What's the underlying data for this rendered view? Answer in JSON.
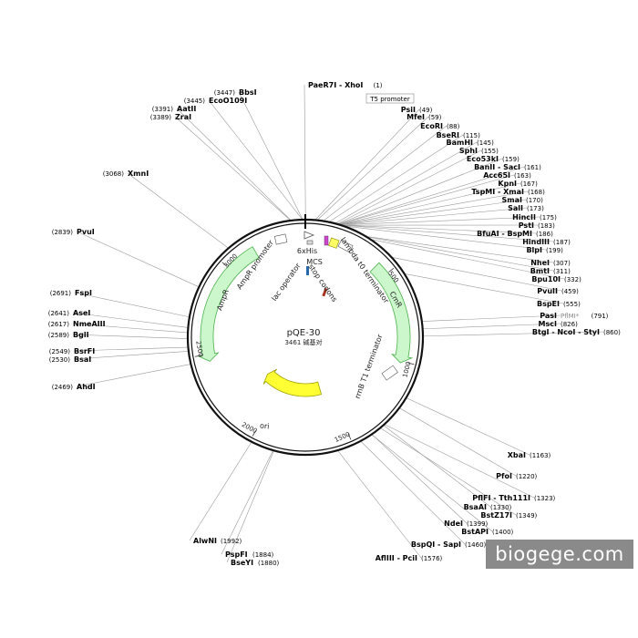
{
  "plasmid": {
    "name": "pQE-30",
    "length_text": "3461 碱基对",
    "length_bp": 3461
  },
  "ticks": [
    {
      "bp": 500,
      "label": "500"
    },
    {
      "bp": 1000,
      "label": "1000"
    },
    {
      "bp": 1500,
      "label": "1500"
    },
    {
      "bp": 2000,
      "label": "2000"
    },
    {
      "bp": 2500,
      "label": "2500"
    },
    {
      "bp": 3000,
      "label": "3000"
    }
  ],
  "features": [
    {
      "name": "CmR",
      "start": 430,
      "end": 1010,
      "color": "#ccf7cc",
      "stroke": "#4cb04c",
      "direction": "cw"
    },
    {
      "name": "ori",
      "start": 1580,
      "end": 2170,
      "color": "#ffff33",
      "stroke": "#a0a000",
      "direction": "cw"
    },
    {
      "name": "AmpR",
      "start": 2460,
      "end": 3170,
      "color": "#ccf7cc",
      "stroke": "#4cb04c",
      "direction": "ccw"
    }
  ],
  "feature_labels": [
    {
      "text": "6xHis"
    },
    {
      "text": "MCS"
    },
    {
      "text": "lambda t0 terminator"
    },
    {
      "text": "stop codons"
    },
    {
      "text": "lac operator"
    },
    {
      "text": "AmpR promoter"
    },
    {
      "text": "CmR"
    },
    {
      "text": "AmpR"
    },
    {
      "text": "ori"
    },
    {
      "text": "rrnB T1 terminator"
    }
  ],
  "promoter_box": "T5 promoter",
  "sites": [
    {
      "name": "PaeR7I - XhoI",
      "pos": "(1)"
    },
    {
      "name": "PsiI",
      "pos": "(49)"
    },
    {
      "name": "MfeI",
      "pos": "(59)"
    },
    {
      "name": "EcoRI",
      "pos": "(88)"
    },
    {
      "name": "BseRI",
      "pos": "(115)"
    },
    {
      "name": "BamHI",
      "pos": "(145)"
    },
    {
      "name": "SphI",
      "pos": "(155)"
    },
    {
      "name": "Eco53kI",
      "pos": "(159)"
    },
    {
      "name": "BanII - SacI",
      "pos": "(161)"
    },
    {
      "name": "Acc65I",
      "pos": "(163)"
    },
    {
      "name": "KpnI",
      "pos": "(167)"
    },
    {
      "name": "TspMI - XmaI",
      "pos": "(168)"
    },
    {
      "name": "SmaI",
      "pos": "(170)"
    },
    {
      "name": "SalI",
      "pos": "(173)"
    },
    {
      "name": "HincII",
      "pos": "(175)"
    },
    {
      "name": "PstI",
      "pos": "(183)"
    },
    {
      "name": "BfuAI - BspMI",
      "pos": "(186)"
    },
    {
      "name": "HindIII",
      "pos": "(187)"
    },
    {
      "name": "BlpI",
      "pos": "(199)"
    },
    {
      "name": "NheI",
      "pos": "(307)"
    },
    {
      "name": "BmtI",
      "pos": "(311)"
    },
    {
      "name": "Bpu10I",
      "pos": "(332)"
    },
    {
      "name": "PvuII",
      "pos": "(459)"
    },
    {
      "name": "BspEI",
      "pos": "(555)"
    },
    {
      "name": "PasI",
      "extra": "PflMI*",
      "pos": "(791)"
    },
    {
      "name": "MscI",
      "pos": "(826)"
    },
    {
      "name": "BtgI - NcoI - StyI",
      "pos": "(860)"
    },
    {
      "name": "XbaI",
      "pos": "(1163)"
    },
    {
      "name": "PfoI",
      "pos": "(1220)"
    },
    {
      "name": "PflFI - Tth111I",
      "pos": "(1323)"
    },
    {
      "name": "BsaAI",
      "pos": "(1330)"
    },
    {
      "name": "BstZ17I",
      "pos": "(1349)"
    },
    {
      "name": "NdeI",
      "pos": "(1399)"
    },
    {
      "name": "BstAPI",
      "pos": "(1400)"
    },
    {
      "name": "BspQI - SapI",
      "pos": "(1460)"
    },
    {
      "name": "AflIII - PciI",
      "pos": "(1576)"
    },
    {
      "name": "BseYI",
      "pos": "(1880)"
    },
    {
      "name": "PspFI",
      "pos": "(1884)"
    },
    {
      "name": "AlwNI",
      "pos": "(1992)"
    },
    {
      "name": "AhdI",
      "pos": "(2469)"
    },
    {
      "name": "BsaI",
      "pos": "(2530)"
    },
    {
      "name": "BsrFI",
      "pos": "(2549)"
    },
    {
      "name": "BglI",
      "pos": "(2589)"
    },
    {
      "name": "NmeAIII",
      "pos": "(2617)"
    },
    {
      "name": "AseI",
      "pos": "(2641)"
    },
    {
      "name": "FspI",
      "pos": "(2691)"
    },
    {
      "name": "PvuI",
      "pos": "(2839)"
    },
    {
      "name": "XmnI",
      "pos": "(3068)"
    },
    {
      "name": "ZraI",
      "pos": "(3389)"
    },
    {
      "name": "AatII",
      "pos": "(3391)"
    },
    {
      "name": "EcoO109I",
      "pos": "(3445)"
    },
    {
      "name": "BbsI",
      "pos": "(3447)"
    }
  ],
  "watermark": "biogege.com"
}
